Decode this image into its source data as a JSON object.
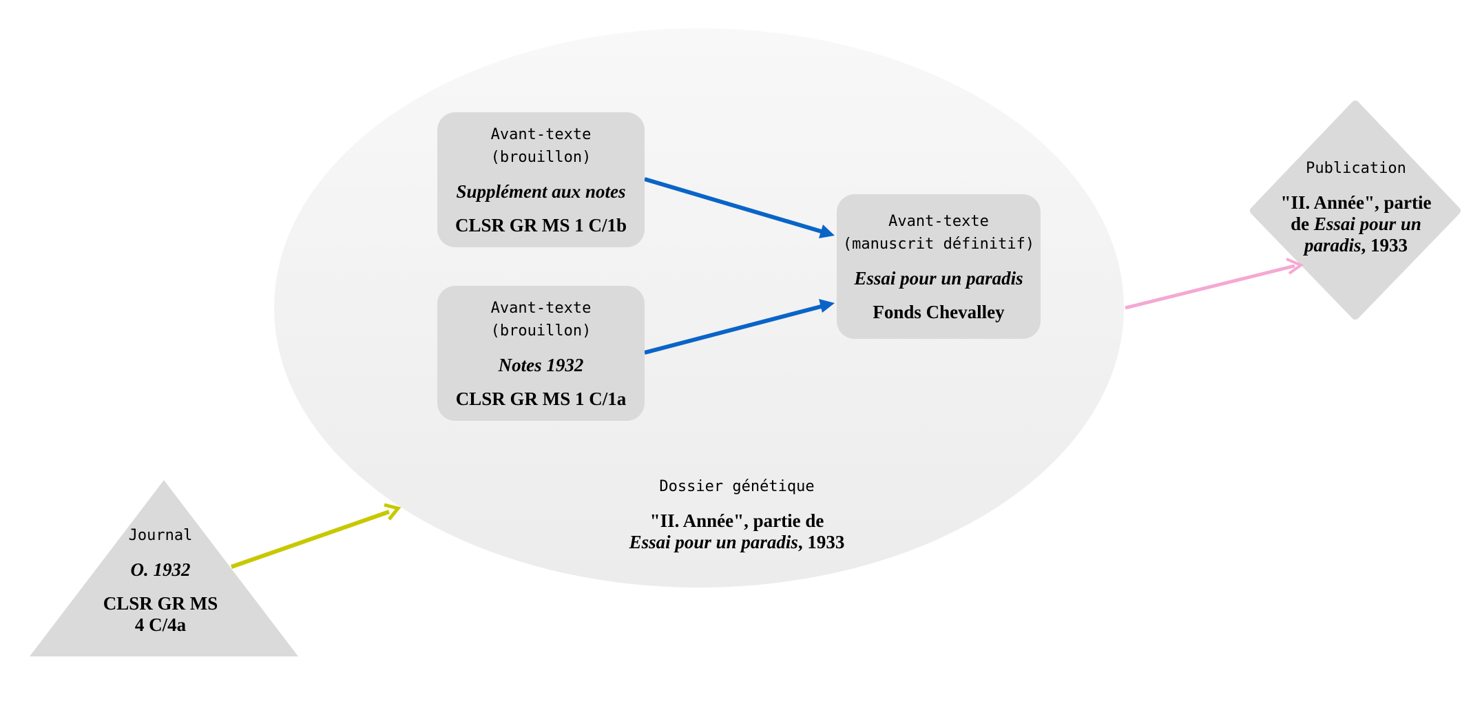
{
  "colors": {
    "ellipse_top": "#f8f8f8",
    "ellipse_bottom": "#ececec",
    "box_fill": "#dadada",
    "arrow_blue": "#0a64c8",
    "arrow_yellow": "#c8c800",
    "arrow_pink": "#f5a8d2"
  },
  "dossier": {
    "type_label": "Dossier génétique",
    "title_line1": "\"II. Année\", partie de",
    "title_italic": "Essai pour un paradis",
    "title_tail": ", 1933"
  },
  "brouillon_b": {
    "type_line1": "Avant-texte",
    "type_line2": "(brouillon)",
    "title": "Supplément aux notes",
    "shelfmark": "CLSR GR MS 1 C/1b"
  },
  "brouillon_a": {
    "type_line1": "Avant-texte",
    "type_line2": "(brouillon)",
    "title": "Notes 1932",
    "shelfmark": "CLSR GR MS 1 C/1a"
  },
  "manuscrit": {
    "type_line1": "Avant-texte",
    "type_line2": "(manuscrit définitif)",
    "title": "Essai pour un paradis",
    "holding": "Fonds Chevalley"
  },
  "publication": {
    "type_label": "Publication",
    "line1": "\"II. Année\", partie",
    "line2_prefix": "de ",
    "line2_italic": "Essai pour un",
    "line3_italic": "paradis",
    "line3_tail": ", 1933"
  },
  "journal": {
    "type_label": "Journal",
    "title": "O. 1932",
    "shelfmark_line1": "CLSR GR MS",
    "shelfmark_line2": "4 C/4a"
  }
}
